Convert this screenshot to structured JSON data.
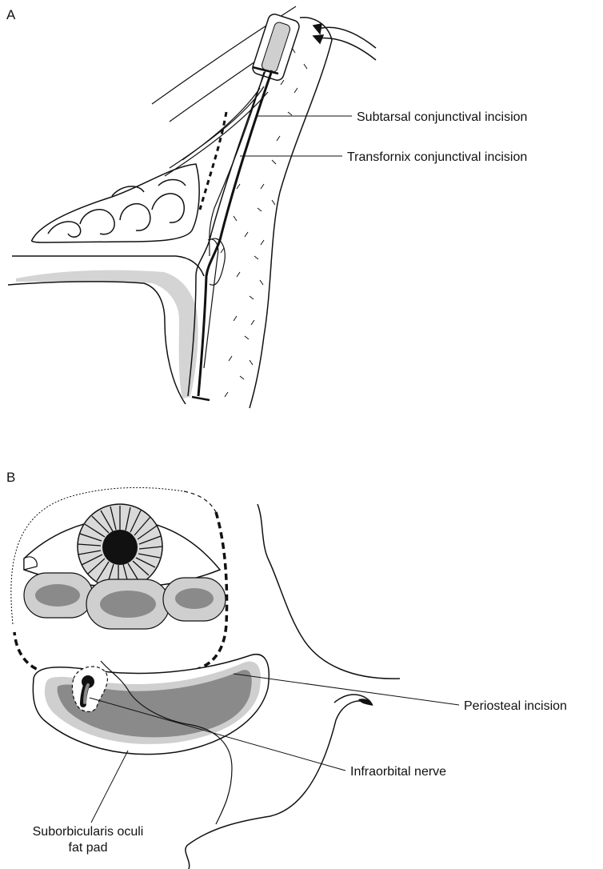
{
  "panels": {
    "a": {
      "letter": "A"
    },
    "b": {
      "letter": "B"
    }
  },
  "labels": {
    "subtarsal": "Subtarsal conjunctival incision",
    "transfornix": "Transfornix conjunctival incision",
    "periosteal": "Periosteal incision",
    "infraorbital": "Infraorbital nerve",
    "soof_line1": "Suborbicularis oculi",
    "soof_line2": "fat pad"
  },
  "colors": {
    "line": "#111111",
    "bone": "#d4d4d4",
    "fat_dark": "#8a8a8a",
    "fat_light": "#cfcfcf"
  }
}
